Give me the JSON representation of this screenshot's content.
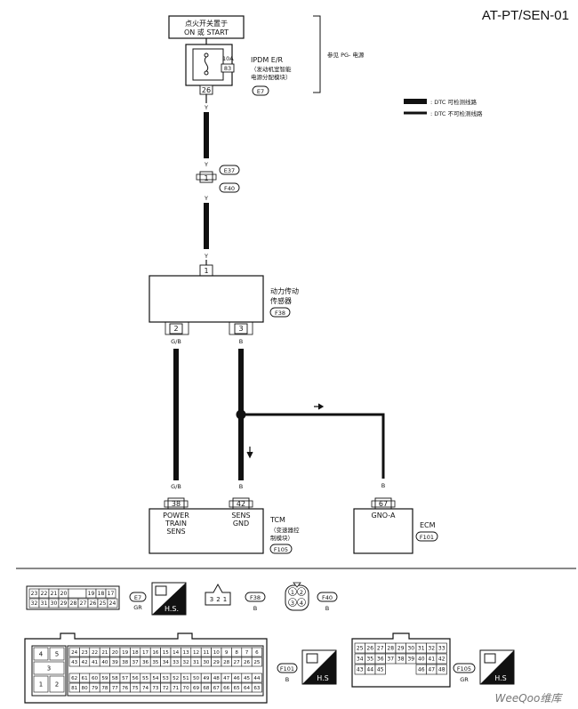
{
  "diagram_id": "AT-PT/SEN-01",
  "ignition_switch": {
    "line1": "点火开关置于",
    "line2": "ON 或 START"
  },
  "ipdm": {
    "title": "IPDM E/R",
    "desc1": "（发动机室智能",
    "desc2": "电源分配模块）",
    "fuse_rating": "10A",
    "fuse_number": "83",
    "pin": "26",
    "connector": "E7"
  },
  "power_ref": "参见 PG- 电源",
  "legend": {
    "detectable": ": DTC 可检测线路",
    "undetectable": ": DTC 不可检测线路"
  },
  "wire_colors": {
    "ign": "Y",
    "sig": "G/B",
    "gnd": "B"
  },
  "junction": {
    "connector_a": "E37",
    "connector_b": "F40",
    "pin": "1"
  },
  "sensor": {
    "name1": "动力传动",
    "name2": "传感器",
    "connector": "F38",
    "pin_power": "1",
    "pin_signal": "2",
    "pin_ground": "3"
  },
  "tcm": {
    "title": "TCM",
    "desc1": "（变速器控",
    "desc2": "制模块）",
    "connector": "F105",
    "pin_signal": "38",
    "pin_ground": "42",
    "label_signal": [
      "POWER",
      "TRAIN",
      "SENS"
    ],
    "label_ground": [
      "SENS",
      "GND"
    ]
  },
  "ecm": {
    "title": "ECM",
    "connector": "F101",
    "pin": "67",
    "label": "GNO-A"
  },
  "connectors_row1": [
    {
      "id": "E7",
      "color": "GR",
      "badge": "H.S."
    },
    {
      "id": "F38",
      "color": "B"
    },
    {
      "id": "F40",
      "color": "B"
    }
  ],
  "connectors_row2": [
    {
      "id": "F101",
      "color": "B",
      "badge": "H.S"
    },
    {
      "id": "F105",
      "color": "GR",
      "badge": "H.S"
    }
  ],
  "e7_face": {
    "row1": [
      "23",
      "22",
      "21",
      "20",
      "",
      "19",
      "18",
      "17"
    ],
    "row2": [
      "32",
      "31",
      "30",
      "29",
      "28",
      "27",
      "26",
      "25",
      "24"
    ]
  },
  "f38_face": [
    "3",
    "2",
    "1"
  ],
  "f40_face": [
    "1",
    "2",
    "3",
    "4"
  ],
  "f101_face": {
    "row1": [
      "24",
      "23",
      "22",
      "21",
      "20",
      "19",
      "18",
      "17",
      "16",
      "15",
      "14",
      "13",
      "12",
      "11",
      "10",
      "9",
      "8",
      "7",
      "6"
    ],
    "row2": [
      "43",
      "42",
      "41",
      "40",
      "39",
      "38",
      "37",
      "36",
      "35",
      "34",
      "33",
      "32",
      "31",
      "30",
      "29",
      "28",
      "27",
      "26",
      "25"
    ],
    "row3": [
      "62",
      "61",
      "60",
      "59",
      "58",
      "57",
      "56",
      "55",
      "54",
      "53",
      "52",
      "51",
      "50",
      "49",
      "48",
      "47",
      "46",
      "45",
      "44"
    ],
    "row4": [
      "81",
      "80",
      "79",
      "78",
      "77",
      "76",
      "75",
      "74",
      "73",
      "72",
      "71",
      "70",
      "69",
      "68",
      "67",
      "66",
      "65",
      "64",
      "63"
    ],
    "left_block": [
      "4",
      "5",
      "3",
      "1",
      "2"
    ]
  },
  "f105_face": {
    "row1": [
      "25",
      "26",
      "27",
      "28",
      "29",
      "30",
      "31",
      "32",
      "33"
    ],
    "row2": [
      "34",
      "35",
      "36",
      "37",
      "38",
      "39",
      "40",
      "41",
      "42"
    ],
    "row3": [
      "43",
      "44",
      "45",
      "",
      "",
      "",
      "46",
      "47",
      "48"
    ]
  },
  "watermark": "WeeQoo维库"
}
